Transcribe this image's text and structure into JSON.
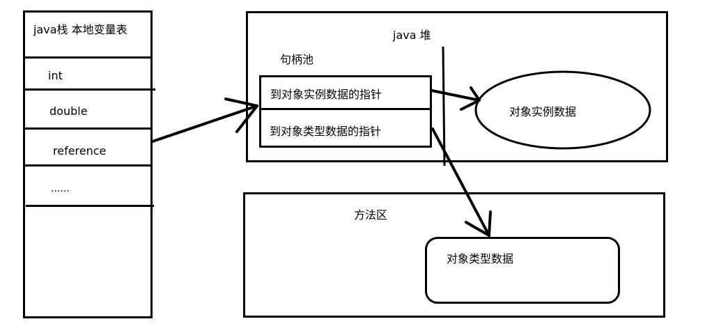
{
  "stack": {
    "title": "java栈 本地变量表",
    "rows": [
      "int",
      "double",
      "reference",
      "......"
    ]
  },
  "heap": {
    "title": "java 堆",
    "handle_pool": {
      "title": "句柄池",
      "entries": [
        "到对象实例数据的指针",
        "到对象类型数据的指针"
      ]
    },
    "instance_data": "对象实例数据"
  },
  "method_area": {
    "title": "方法区",
    "type_data": "对象类型数据"
  }
}
